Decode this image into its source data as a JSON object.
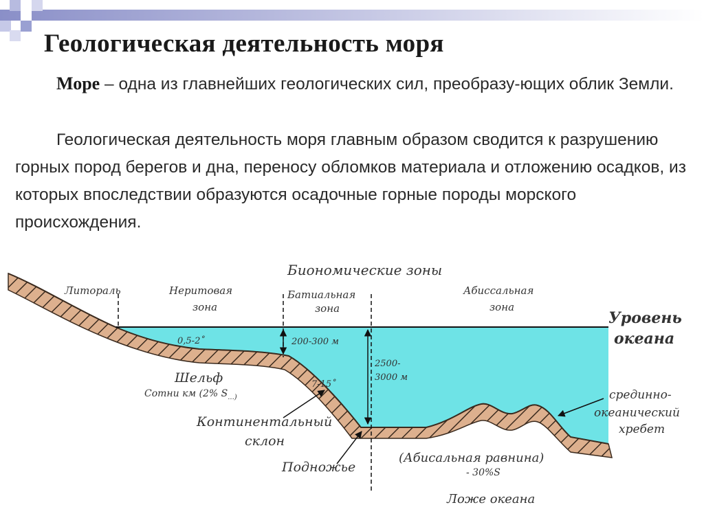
{
  "title": "Геологическая деятельность моря",
  "paragraph1": {
    "bold": "Море",
    "rest": " – одна из главнейших геологических сил, преобразу-ющих облик Земли."
  },
  "paragraph2": "Геологическая деятельность моря главным образом сводится к разрушению горных пород берегов и дна, переносу обломков материала и отложению осадков, из которых впоследствии образуются осадочные горные породы морского происхождения.",
  "diagram": {
    "heading": "Биономические зоны",
    "zones": {
      "littoral": "Литораль",
      "neritic_1": "Неритовая",
      "neritic_2": "зона",
      "bathyal_1": "Батиальная",
      "bathyal_2": "зона",
      "abyssal_1": "Абиссальная",
      "abyssal_2": "зона"
    },
    "ocean_level_1": "Уровень",
    "ocean_level_2": "океана",
    "depth_shelf": "0,5-2˚",
    "depth_bathyal": "200-300 м",
    "slope_angle": "7-15˚",
    "depth_abyssal_1": "2500-",
    "depth_abyssal_2": "3000 м",
    "shelf": "Шельф",
    "shelf_sub": "Сотни км (2% S",
    "shelf_sub_suffix": "...)",
    "cont_slope_1": "Континентальный",
    "cont_slope_2": "склон",
    "foot": "Подножье",
    "abyssal_plain": "(Абисальная равнина)",
    "abyssal_plain_sub": "- 30%S",
    "ocean_floor": "Ложе океана",
    "ridge_1": "срединно-",
    "ridge_2": "океанический",
    "ridge_3": "хребет"
  },
  "colors": {
    "water": "#6ee3e6",
    "rock": "#ddb08e",
    "deco_blue": "#8d93c9"
  }
}
